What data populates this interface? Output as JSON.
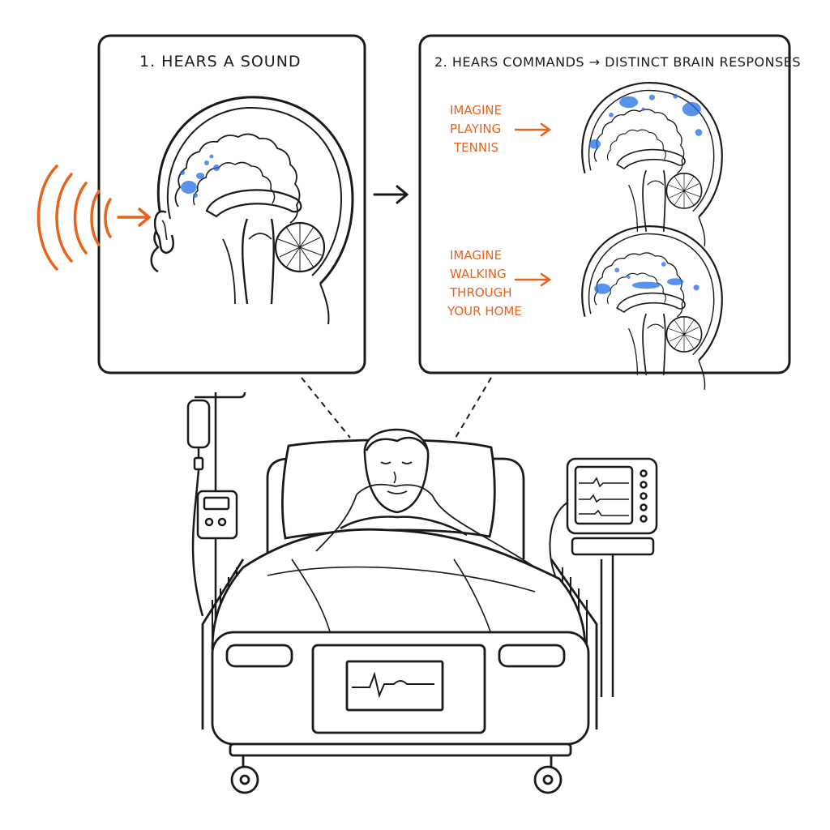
{
  "panel1": {
    "title": "1. HEARS A SOUND"
  },
  "panel2": {
    "title": "2. HEARS COMMANDS → DISTINCT BRAIN RESPONSES",
    "commands": [
      {
        "lines": [
          "IMAGINE",
          "PLAYING",
          "TENNIS"
        ]
      },
      {
        "lines": [
          "IMAGINE",
          "WALKING",
          "THROUGH",
          "YOUR HOME"
        ]
      }
    ]
  },
  "colors": {
    "ink": "#1a1a1a",
    "accent_orange": "#e8621c",
    "activation_blue": "#1f6fe8"
  },
  "icons": [
    "sound-wave-icon",
    "ear-icon",
    "iv-drip-icon",
    "monitor-icon",
    "ecg-icon"
  ]
}
